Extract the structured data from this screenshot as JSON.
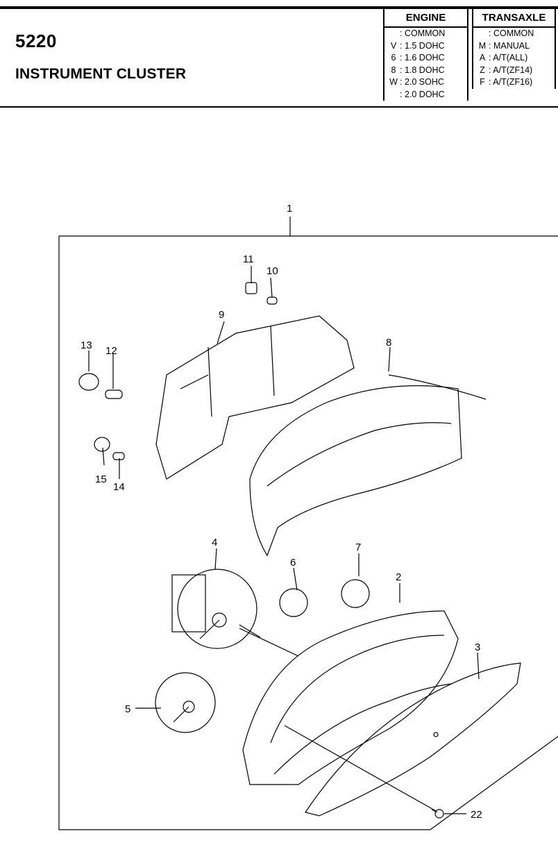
{
  "header": {
    "section_number": "5220",
    "section_title": "INSTRUMENT CLUSTER"
  },
  "engine_legend": {
    "title": "ENGINE",
    "rows": [
      {
        "code": "",
        "label": ": COMMON"
      },
      {
        "code": "V",
        "label": ": 1.5 DOHC"
      },
      {
        "code": "6",
        "label": ": 1.6 DOHC"
      },
      {
        "code": "8",
        "label": ": 1.8 DOHC"
      },
      {
        "code": "W",
        "label": ": 2.0 SOHC"
      },
      {
        "code": "",
        "label": ": 2.0 DOHC"
      }
    ]
  },
  "transaxle_legend": {
    "title": "TRANSAXLE",
    "rows": [
      {
        "code": "",
        "label": ": COMMON"
      },
      {
        "code": "M",
        "label": ": MANUAL"
      },
      {
        "code": "A",
        "label": ": A/T(ALL)"
      },
      {
        "code": "Z",
        "label": ": A/T(ZF14)"
      },
      {
        "code": "F",
        "label": ": A/T(ZF16)"
      }
    ]
  },
  "callouts": [
    "1",
    "2",
    "3",
    "4",
    "5",
    "6",
    "7",
    "8",
    "9",
    "10",
    "11",
    "12",
    "13",
    "14",
    "15",
    "22"
  ]
}
